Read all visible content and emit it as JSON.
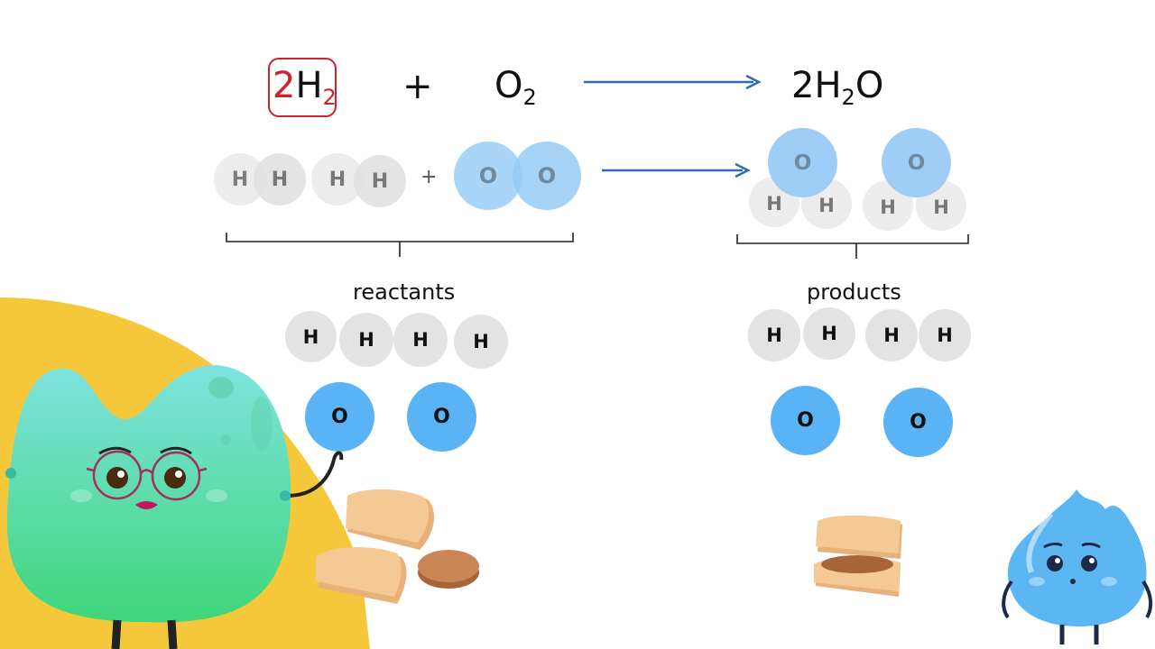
{
  "equation": {
    "coef_h2": "2",
    "h2_letter": "H",
    "h2_sub": "2",
    "plus": "+",
    "o2_letter": "O",
    "o2_sub": "2",
    "product_coef": "2",
    "product_h": "H",
    "product_sub": "2",
    "product_o": "O"
  },
  "molecule_row": {
    "plus": "+",
    "h": "H",
    "o": "O"
  },
  "labels": {
    "reactants": "reactants",
    "products": "products"
  },
  "atoms": {
    "h": "H",
    "o": "O"
  },
  "colors": {
    "highlight_box": "#d0202a",
    "arrow": "#2e6db4",
    "oxygen": "#5ab3f5",
    "oxygen_light": "#9fd0f7",
    "hydrogen": "#e3e3e3",
    "hydrogen_light": "#eeeeee",
    "sun": "#f5c83c",
    "blob_top": "#7ee3df",
    "blob_bottom": "#3fd67a",
    "bread": "#f4c996",
    "meat": "#c98656",
    "drop": "#5cb6f1"
  }
}
